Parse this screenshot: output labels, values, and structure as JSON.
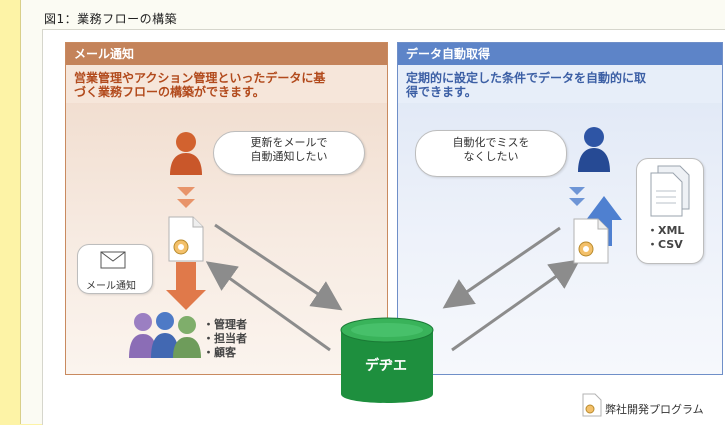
{
  "figure": {
    "title": "図1：業務フローの構築"
  },
  "left_panel": {
    "header": "メール通知",
    "description_lines": [
      "営業管理やアクション管理といったデータに基",
      "づく業務フローの構築ができます。"
    ],
    "bubble_lines": [
      "更新をメールで",
      "自動通知したい"
    ],
    "mail_label": "メール通知",
    "recipients": [
      "管理者",
      "担当者",
      "顧客"
    ]
  },
  "right_panel": {
    "header": "データ自動取得",
    "description_lines": [
      "定期的に設定した条件でデータを自動的に取",
      "得できます。"
    ],
    "bubble_lines": [
      "自動化でミスを",
      "なくしたい"
    ],
    "formats": [
      "XML",
      "CSV"
    ]
  },
  "database": {
    "label": "デヂエ"
  },
  "legend": {
    "label": "弊社開発プログラム"
  },
  "colors": {
    "left_accent": "#c4835a",
    "right_accent": "#5d84c8",
    "database": "#1e8f3e",
    "person_orange": "#d2622f",
    "person_blue": "#2e55a5"
  }
}
